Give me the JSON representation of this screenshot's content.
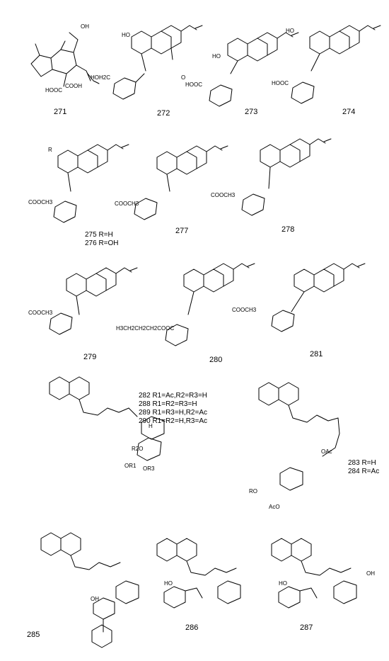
{
  "compounds": [
    {
      "id": "271",
      "label": "271",
      "sub": []
    },
    {
      "id": "272",
      "label": "272",
      "sub": []
    },
    {
      "id": "273",
      "label": "273",
      "sub": []
    },
    {
      "id": "274",
      "label": "274",
      "sub": []
    },
    {
      "id": "275",
      "label": "",
      "sub": [
        "275 R=H",
        "276 R=OH"
      ]
    },
    {
      "id": "277",
      "label": "277",
      "sub": []
    },
    {
      "id": "278",
      "label": "278",
      "sub": []
    },
    {
      "id": "279",
      "label": "279",
      "sub": []
    },
    {
      "id": "280",
      "label": "280",
      "sub": []
    },
    {
      "id": "281",
      "label": "281",
      "sub": []
    },
    {
      "id": "282",
      "label": "",
      "sub": [
        "282 R1=Ac,R2=R3=H",
        "288 R1=R2=R3=H",
        "289 R1=R3=H,R2=Ac",
        "290 R1=R2=H,R3=Ac"
      ]
    },
    {
      "id": "283",
      "label": "",
      "sub": [
        "283 R=H",
        "284 R=Ac"
      ]
    },
    {
      "id": "285",
      "label": "285",
      "sub": []
    },
    {
      "id": "286",
      "label": "286",
      "sub": []
    },
    {
      "id": "287",
      "label": "287",
      "sub": []
    }
  ],
  "atoms": {
    "oh": "OH",
    "ho": "HO",
    "o": "O",
    "h": "H",
    "r": "R",
    "ro": "RO",
    "cooh": "COOH",
    "hooc": "HOOC",
    "coocH3": "COOCH3",
    "ococh3": "COOCH3",
    "ho2c": "HOH2C",
    "oac": "OAc",
    "aco": "AcO",
    "butyl": "H3CH2CH2CH2COOC",
    "r1": "OR1",
    "r2": "R2O",
    "r3": "OR3"
  }
}
